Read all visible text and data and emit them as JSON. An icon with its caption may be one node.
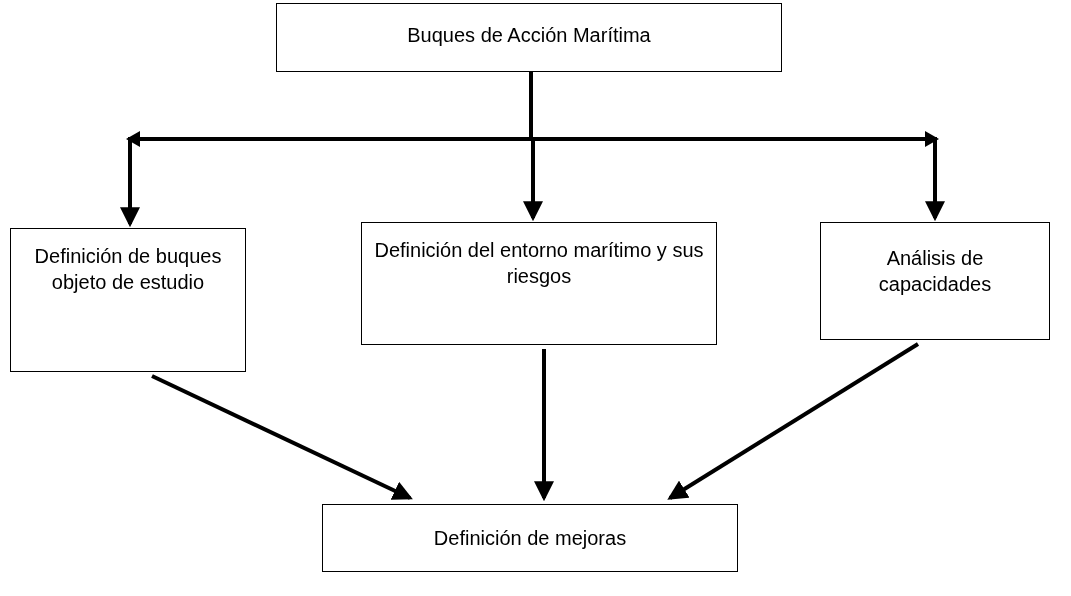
{
  "diagram": {
    "nodes": [
      {
        "text": [
          "Buques de Acción Marítima"
        ]
      },
      {
        "text": [
          "Definición de buques objeto de estudio"
        ]
      },
      {
        "text": [
          "Definición del entorno marítimo y sus riesgos"
        ]
      },
      {
        "text": [
          "Análisis de capacidades"
        ]
      },
      {
        "text": [
          "Definición de mejoras"
        ]
      }
    ],
    "edges": [
      {
        "from": 0,
        "to": 1,
        "arrow": "to"
      },
      {
        "from": 0,
        "to": 2,
        "arrow": "to"
      },
      {
        "from": 0,
        "to": 3,
        "arrow": "to"
      },
      {
        "from": 1,
        "to": 4,
        "arrow": "to"
      },
      {
        "from": 2,
        "to": 4,
        "arrow": "to"
      },
      {
        "from": 3,
        "to": 4,
        "arrow": "to"
      }
    ]
  }
}
